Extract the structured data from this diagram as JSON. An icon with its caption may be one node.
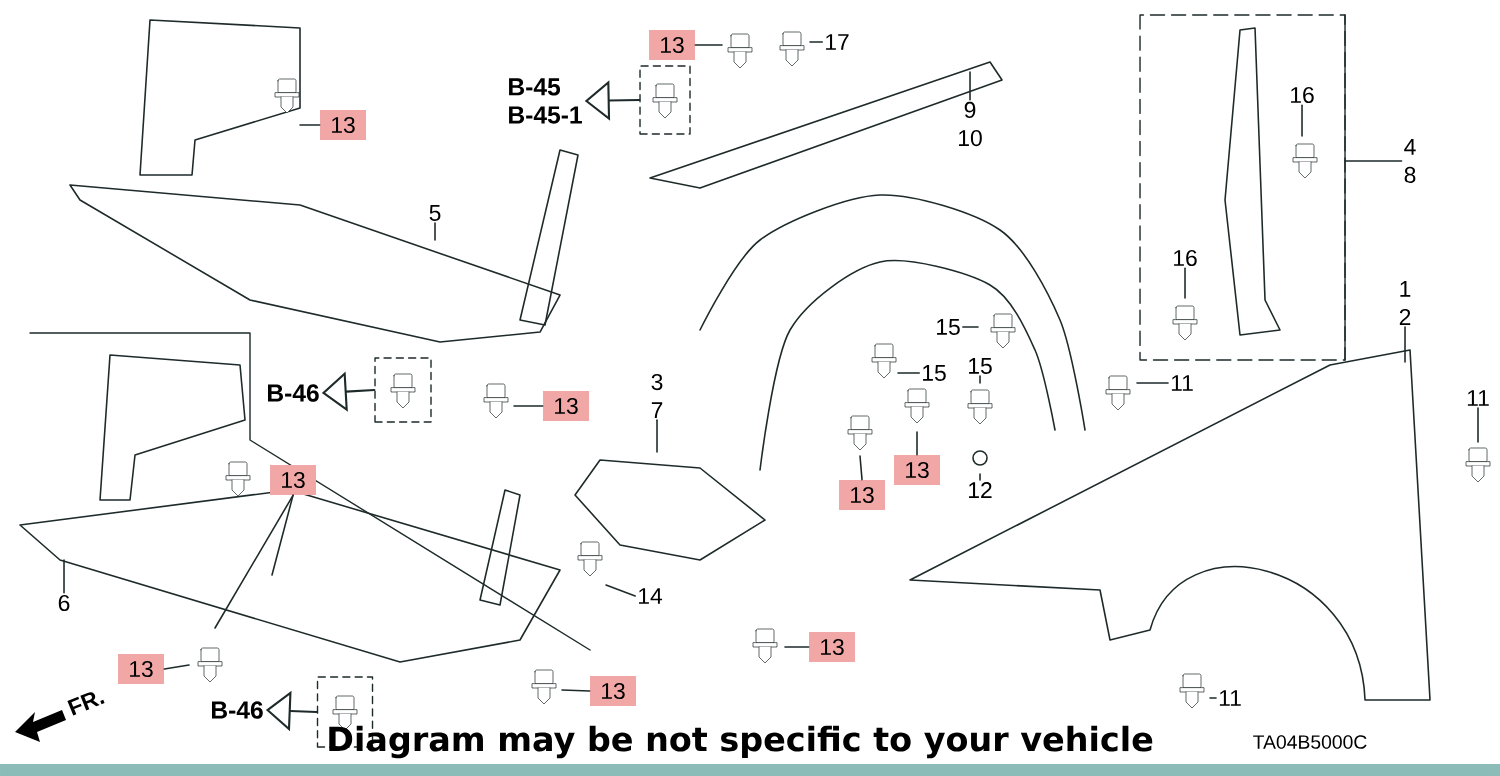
{
  "diagram": {
    "caption": "Diagram may be not specific to your vehicle",
    "nodes": [
      {
        "text": [
          "13"
        ]
      },
      {
        "text": [
          "17"
        ]
      },
      {
        "text": [
          "B-45",
          "B-45-1"
        ]
      },
      {
        "text": [],
        "shape": "box"
      },
      {
        "text": [
          "9",
          "10"
        ]
      },
      {
        "text": [
          "13"
        ]
      },
      {
        "text": [
          "16"
        ]
      },
      {
        "text": [
          "4",
          "8"
        ]
      },
      {
        "text": [
          "5"
        ]
      },
      {
        "text": [
          "16"
        ]
      },
      {
        "text": [
          "1",
          "2"
        ]
      },
      {
        "text": [
          "B-46"
        ]
      },
      {
        "text": [],
        "shape": "box"
      },
      {
        "text": [
          "13"
        ]
      },
      {
        "text": [
          "15"
        ]
      },
      {
        "text": [
          "15"
        ]
      },
      {
        "text": [
          "15"
        ]
      },
      {
        "text": [
          "3",
          "7"
        ]
      },
      {
        "text": [
          "11"
        ]
      },
      {
        "text": [
          "11"
        ]
      },
      {
        "text": [
          "13"
        ]
      },
      {
        "text": [
          "13"
        ]
      },
      {
        "text": [
          "13"
        ]
      },
      {
        "text": [
          "12"
        ]
      },
      {
        "text": [
          "6"
        ]
      },
      {
        "text": [
          "14"
        ]
      },
      {
        "text": [
          "13"
        ]
      },
      {
        "text": [
          "13"
        ]
      },
      {
        "text": [
          "13"
        ]
      },
      {
        "text": [
          "B-46"
        ]
      },
      {
        "text": [],
        "shape": "box"
      },
      {
        "text": [
          "11"
        ]
      }
    ],
    "edges": [
      {
        "from": 0,
        "to": null,
        "arrow": "none"
      },
      {
        "from": 1,
        "to": null,
        "arrow": "none"
      },
      {
        "from": 3,
        "to": 2,
        "arrow": "to"
      },
      {
        "from": 4,
        "to": null,
        "arrow": "none"
      },
      {
        "from": 5,
        "to": null,
        "arrow": "none"
      },
      {
        "from": 6,
        "to": null,
        "arrow": "none"
      },
      {
        "from": 7,
        "to": null,
        "arrow": "none"
      },
      {
        "from": 8,
        "to": null,
        "arrow": "none"
      },
      {
        "from": 9,
        "to": null,
        "arrow": "none"
      },
      {
        "from": 10,
        "to": null,
        "arrow": "none"
      },
      {
        "from": 12,
        "to": 11,
        "arrow": "to"
      },
      {
        "from": 13,
        "to": null,
        "arrow": "none"
      },
      {
        "from": 14,
        "to": null,
        "arrow": "none"
      },
      {
        "from": 15,
        "to": null,
        "arrow": "none"
      },
      {
        "from": 16,
        "to": null,
        "arrow": "none"
      },
      {
        "from": 17,
        "to": null,
        "arrow": "none"
      },
      {
        "from": 18,
        "to": null,
        "arrow": "none"
      },
      {
        "from": 19,
        "to": null,
        "arrow": "none"
      },
      {
        "from": 20,
        "to": null,
        "arrow": "none"
      },
      {
        "from": 21,
        "to": null,
        "arrow": "none"
      },
      {
        "from": 22,
        "to": null,
        "arrow": "none"
      },
      {
        "from": 22,
        "to": null,
        "arrow": "none"
      },
      {
        "from": 23,
        "to": null,
        "arrow": "none"
      },
      {
        "from": 24,
        "to": null,
        "arrow": "none"
      },
      {
        "from": 25,
        "to": null,
        "arrow": "none"
      },
      {
        "from": 26,
        "to": null,
        "arrow": "none"
      },
      {
        "from": 27,
        "to": null,
        "arrow": "none"
      },
      {
        "from": 28,
        "to": null,
        "arrow": "none"
      },
      {
        "from": 30,
        "to": 29,
        "arrow": "to"
      },
      {
        "from": 31,
        "to": null,
        "arrow": "none"
      }
    ],
    "labels": [
      "FR.",
      "TA04B5000C"
    ]
  }
}
